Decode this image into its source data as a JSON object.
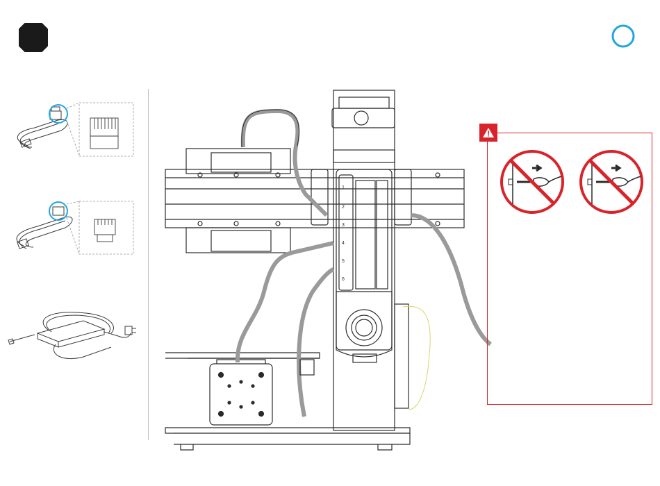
{
  "colors": {
    "accent_cyan": "#21a6e0",
    "warning_red": "#d8232a",
    "line_dark": "#2b2b2b",
    "line_gray": "#9a9a9a",
    "cable_highlight": "#d9d46a"
  },
  "icons": {
    "step_badge": "black-octagon-icon",
    "step_marker": "cyan-ring-icon",
    "warning": "warning-triangle-icon",
    "no_unplug": "no-unplug-prohibition-icon"
  },
  "module_labels": [
    "1",
    "2",
    "3",
    "4",
    "5",
    "6"
  ]
}
